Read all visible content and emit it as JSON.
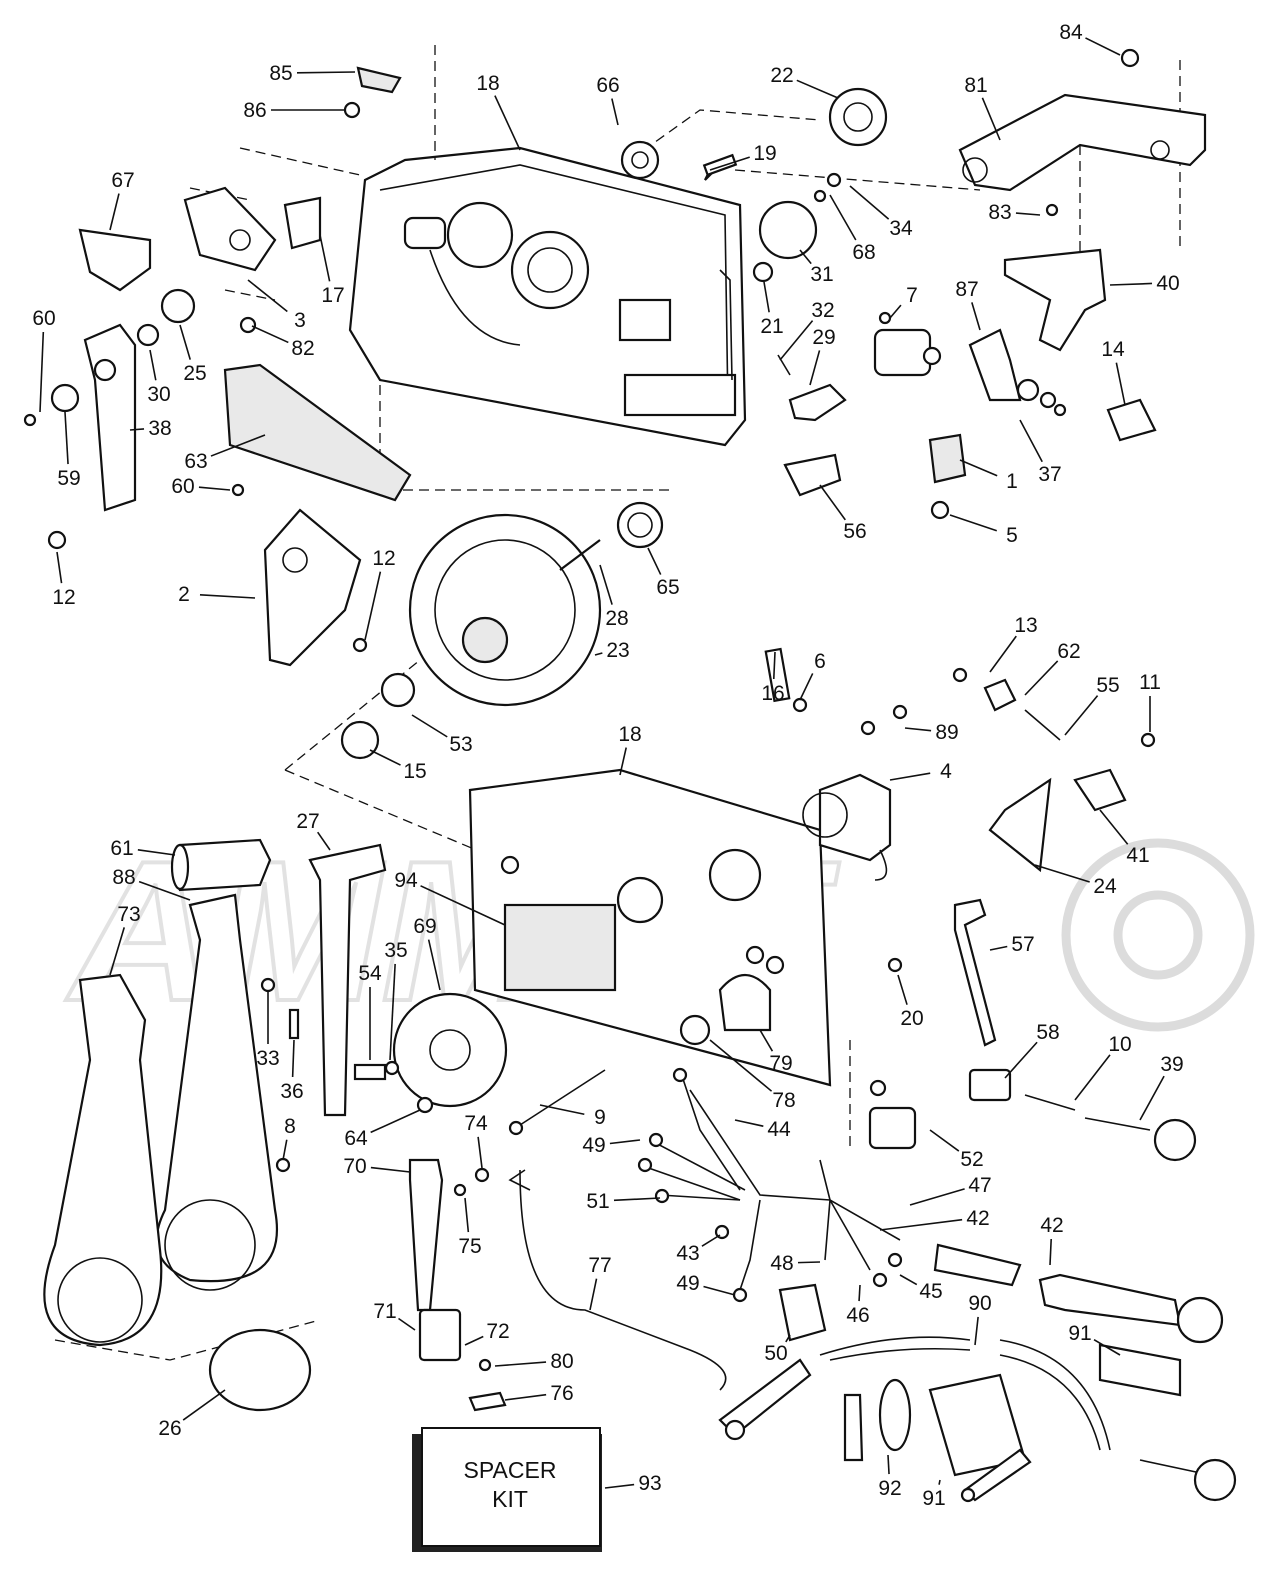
{
  "diagram": {
    "labels": [
      "1",
      "2",
      "3",
      "4",
      "5",
      "6",
      "7",
      "8",
      "9",
      "10",
      "11",
      "12",
      "13",
      "14",
      "15",
      "16",
      "17",
      "18",
      "19",
      "20",
      "21",
      "22",
      "23",
      "24",
      "25",
      "26",
      "27",
      "28",
      "29",
      "30",
      "31",
      "32",
      "33",
      "34",
      "35",
      "36",
      "37",
      "38",
      "39",
      "40",
      "41",
      "42",
      "43",
      "44",
      "45",
      "46",
      "47",
      "48",
      "49",
      "50",
      "51",
      "52",
      "53",
      "54",
      "55",
      "56",
      "57",
      "58",
      "59",
      "60",
      "61",
      "62",
      "63",
      "64",
      "65",
      "66",
      "67",
      "68",
      "69",
      "70",
      "71",
      "72",
      "73",
      "74",
      "75",
      "76",
      "77",
      "78",
      "79",
      "80",
      "81",
      "82",
      "83",
      "84",
      "85",
      "86",
      "87",
      "88",
      "89",
      "90",
      "91",
      "92",
      "93",
      "94"
    ],
    "spacer_kit": {
      "line1": "SPACER",
      "line2": "KIT"
    }
  }
}
